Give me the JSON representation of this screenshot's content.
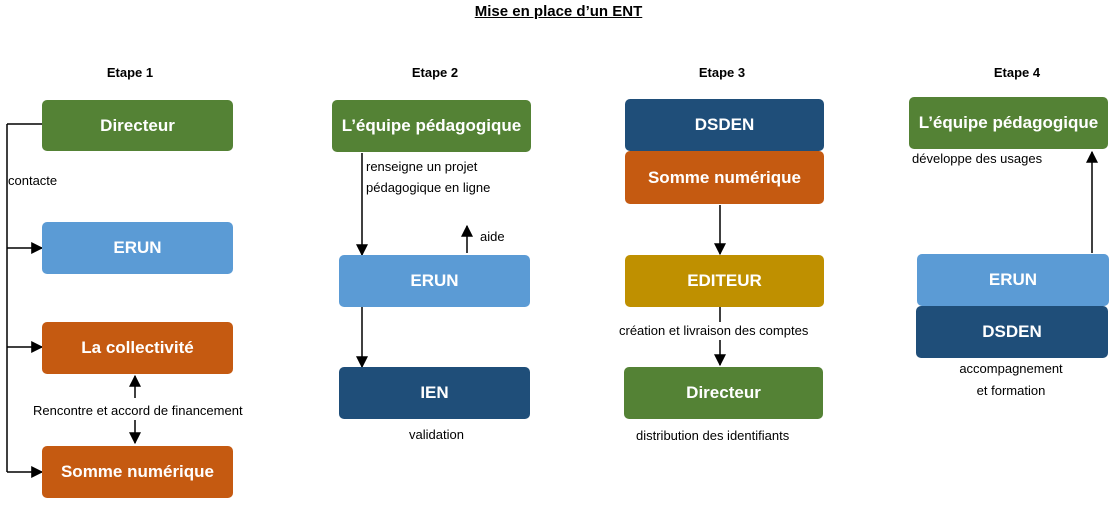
{
  "title": "Mise en place d’un ENT",
  "steps": [
    "Etape 1",
    "Etape 2",
    "Etape 3",
    "Etape 4"
  ],
  "colors": {
    "green": "#548235",
    "light_blue": "#5b9bd5",
    "orange": "#c55a11",
    "dark_blue": "#1f4e79",
    "gold": "#bf9000"
  },
  "step1": {
    "directeur": "Directeur",
    "erun": "ERUN",
    "collectivite": "La collectivité",
    "somme": "Somme numérique",
    "contacte": "contacte",
    "rencontre": "Rencontre et accord de financement"
  },
  "step2": {
    "equipe": "L’équipe pédagogique",
    "renseigne_1": "renseigne un projet",
    "renseigne_2": "pédagogique en ligne",
    "aide": "aide",
    "erun": "ERUN",
    "ien": "IEN",
    "validation": "validation"
  },
  "step3": {
    "dsden": "DSDEN",
    "somme": "Somme numérique",
    "editeur": "EDITEUR",
    "creation": "création et livraison des comptes",
    "directeur": "Directeur",
    "distribution": "distribution des identifiants"
  },
  "step4": {
    "equipe": "L’équipe pédagogique",
    "developpe": "développe des usages",
    "erun": "ERUN",
    "dsden": "DSDEN",
    "accomp_1": "accompagnement",
    "accomp_2": "et formation"
  }
}
